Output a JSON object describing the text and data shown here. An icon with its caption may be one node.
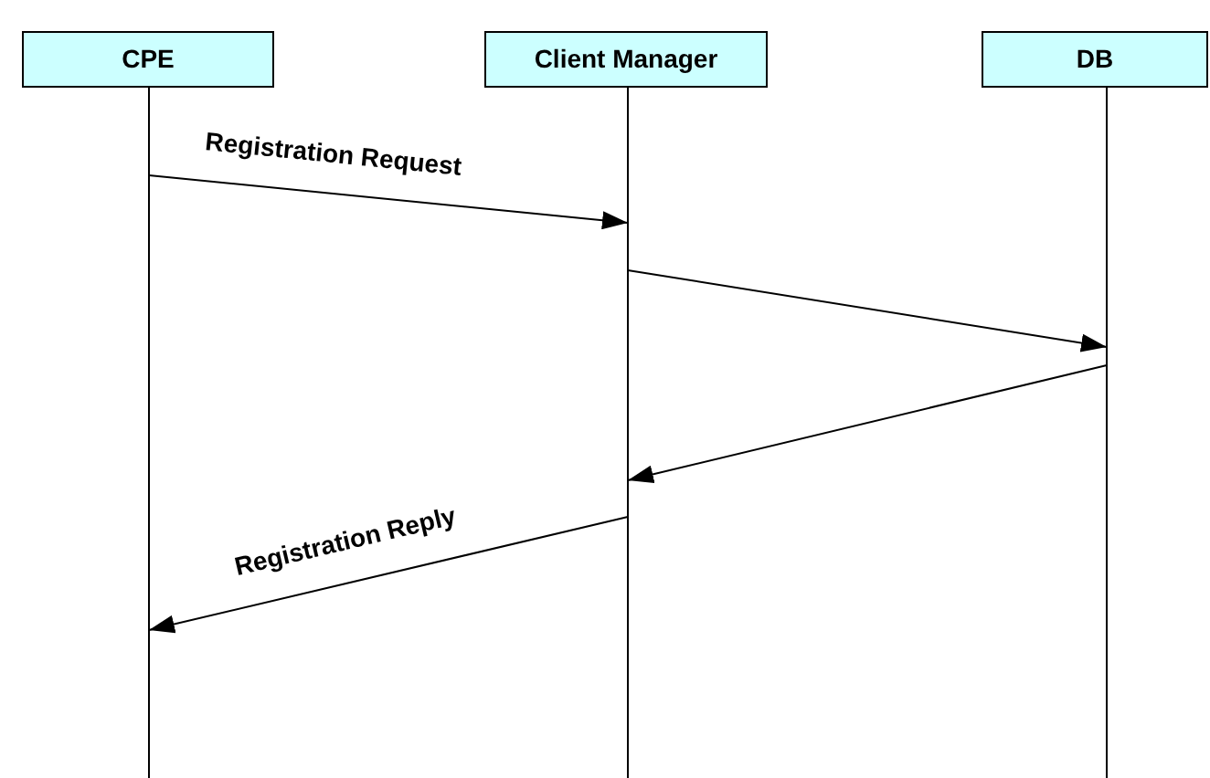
{
  "diagram": {
    "nodes": [
      {
        "text": [
          "CPE"
        ]
      },
      {
        "text": [
          "Client Manager"
        ]
      },
      {
        "text": [
          "DB"
        ]
      },
      {
        "text": [],
        "shape": "line"
      },
      {
        "text": [],
        "shape": "line"
      },
      {
        "text": [],
        "shape": "line"
      }
    ],
    "edges": [
      {
        "from": 3,
        "to": 4,
        "arrow": "to",
        "label": "Registration Request"
      },
      {
        "from": 4,
        "to": 5,
        "arrow": "to"
      },
      {
        "from": 5,
        "to": 4,
        "arrow": "to"
      },
      {
        "from": 4,
        "to": 3,
        "arrow": "to",
        "label": "Registration Reply"
      }
    ]
  }
}
